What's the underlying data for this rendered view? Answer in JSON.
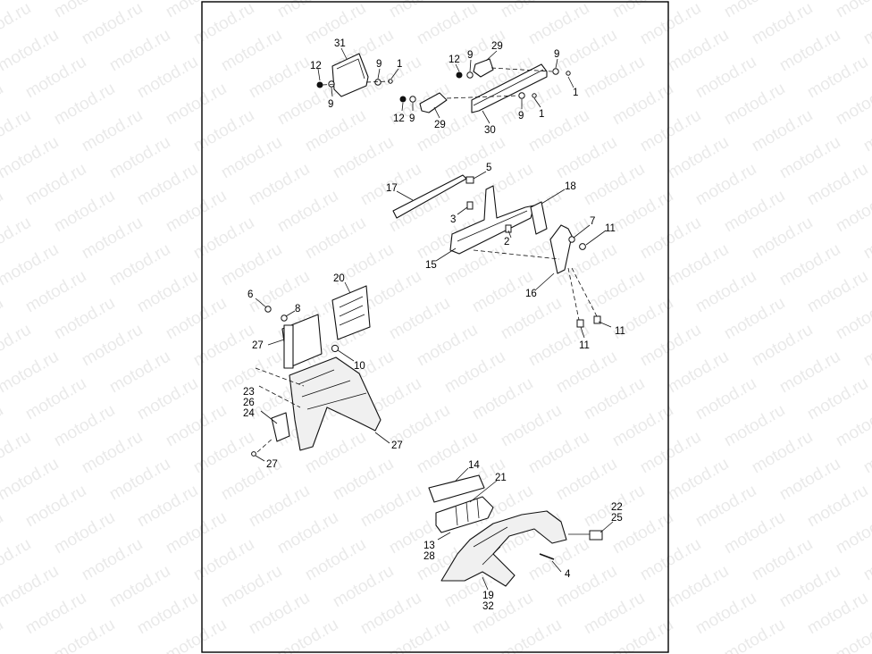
{
  "watermark_text": "motod.ru",
  "callouts": [
    {
      "id": "c31",
      "text": "31"
    },
    {
      "id": "c12a",
      "text": "12"
    },
    {
      "id": "c9a",
      "text": "9"
    },
    {
      "id": "c1a",
      "text": "1"
    },
    {
      "id": "c9b",
      "text": "9"
    },
    {
      "id": "c12b",
      "text": "12"
    },
    {
      "id": "c9c",
      "text": "9"
    },
    {
      "id": "c29a",
      "text": "29"
    },
    {
      "id": "c9d",
      "text": "9"
    },
    {
      "id": "c1b",
      "text": "1"
    },
    {
      "id": "c12c",
      "text": "12"
    },
    {
      "id": "c9e",
      "text": "9"
    },
    {
      "id": "c29b",
      "text": "29"
    },
    {
      "id": "c9f",
      "text": "9"
    },
    {
      "id": "c1c",
      "text": "1"
    },
    {
      "id": "c30",
      "text": "30"
    },
    {
      "id": "c17",
      "text": "17"
    },
    {
      "id": "c5",
      "text": "5"
    },
    {
      "id": "c18",
      "text": "18"
    },
    {
      "id": "c3",
      "text": "3"
    },
    {
      "id": "c2",
      "text": "2"
    },
    {
      "id": "c7",
      "text": "7"
    },
    {
      "id": "c11a",
      "text": "11"
    },
    {
      "id": "c15",
      "text": "15"
    },
    {
      "id": "c16",
      "text": "16"
    },
    {
      "id": "c11b",
      "text": "11"
    },
    {
      "id": "c11c",
      "text": "11"
    },
    {
      "id": "c20",
      "text": "20"
    },
    {
      "id": "c6",
      "text": "6"
    },
    {
      "id": "c8",
      "text": "8"
    },
    {
      "id": "c27a",
      "text": "27"
    },
    {
      "id": "c10",
      "text": "10"
    },
    {
      "id": "c23",
      "text": "23"
    },
    {
      "id": "c26",
      "text": "26"
    },
    {
      "id": "c24",
      "text": "24"
    },
    {
      "id": "c27b",
      "text": "27"
    },
    {
      "id": "c27c",
      "text": "27"
    },
    {
      "id": "c14",
      "text": "14"
    },
    {
      "id": "c21",
      "text": "21"
    },
    {
      "id": "c22",
      "text": "22"
    },
    {
      "id": "c25",
      "text": "25"
    },
    {
      "id": "c13",
      "text": "13"
    },
    {
      "id": "c28",
      "text": "28"
    },
    {
      "id": "c4",
      "text": "4"
    },
    {
      "id": "c19",
      "text": "19"
    },
    {
      "id": "c32",
      "text": "32"
    }
  ]
}
